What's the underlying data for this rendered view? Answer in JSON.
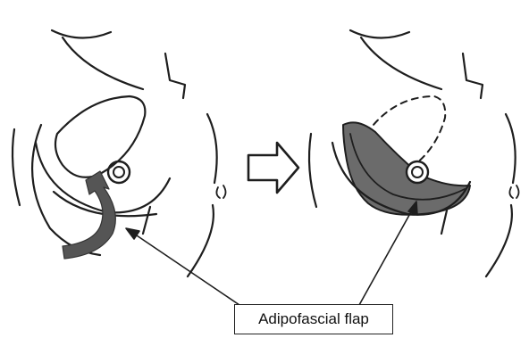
{
  "figure": {
    "callout_label": "Adipofascial flap",
    "colors": {
      "line": "#1e1e1e",
      "flap_fill": "#6b6b6b",
      "arrow_fill": "#555555",
      "background": "#ffffff"
    },
    "panels": [
      {
        "id": "before",
        "icons": [
          "torso-outline",
          "curved-arrow-icon",
          "umbilicus-icon",
          "navel-mark-icon"
        ]
      },
      {
        "id": "after",
        "icons": [
          "torso-outline",
          "flap-shape",
          "umbilicus-icon",
          "navel-mark-icon"
        ]
      }
    ],
    "transition_icon": "hollow-right-arrow-icon"
  }
}
